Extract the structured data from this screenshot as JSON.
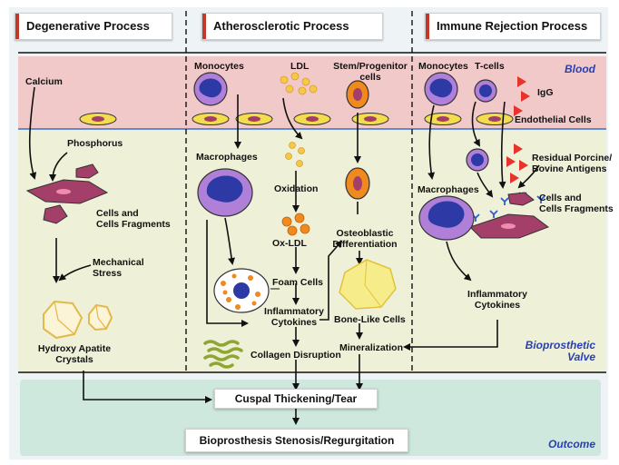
{
  "headers": {
    "degenerative": "Degenerative Process",
    "atherosclerotic": "Atherosclerotic Process",
    "immune": "Immune Rejection Process"
  },
  "regions": {
    "blood": "Blood",
    "valve_line1": "Bioprosthetic",
    "valve_line2": "Valve",
    "outcome": "Outcome"
  },
  "degenerative": {
    "calcium": "Calcium",
    "phosphorus": "Phosphorus",
    "cells_line1": "Cells and",
    "cells_line2": "Cells Fragments",
    "stress_line1": "Mechanical",
    "stress_line2": "Stress",
    "crystals_line1": "Hydroxy Apatite",
    "crystals_line2": "Crystals"
  },
  "atherosclerotic": {
    "monocytes": "Monocytes",
    "ldl": "LDL",
    "stem_line1": "Stem/Progenitor",
    "stem_line2": "cells",
    "macrophages": "Macrophages",
    "oxidation": "Oxidation",
    "ox_ldl": "Ox-LDL",
    "osteo_line1": "Osteoblastic",
    "osteo_line2": "Differentiation",
    "foam": "Foam Cells",
    "infl_line1": "Inflammatory",
    "infl_line2": "Cytokines",
    "bone": "Bone-Like Cells",
    "mineralization": "Mineralization",
    "collagen": "Collagen Disruption"
  },
  "immune": {
    "monocytes": "Monocytes",
    "tcells": "T-cells",
    "igg": "IgG",
    "endothelial": "Endothelial Cells",
    "residual_line1": "Residual Porcine/",
    "residual_line2": "Bovine Antigens",
    "macrophages": "Macrophages",
    "cells_line1": "Cells and",
    "cells_line2": "Cells Fragments",
    "infl_line1": "Inflammatory",
    "infl_line2": "Cytokines"
  },
  "outcome": {
    "thickening": "Cuspal Thickening/Tear",
    "stenosis": "Bioprosthesis Stenosis/Regurgitation"
  },
  "colors": {
    "blood_band": "#f2c9c9",
    "valve_band": "#eef1d8",
    "outcome_band": "#cfe8de",
    "cell_fill": "#f3dd4e",
    "cell_nucleus": "#a43f6a",
    "macrophage": "#2d3aa6",
    "red_antigen": "#e8322c",
    "ldl_particle": "#f5c84b",
    "region_label": "#2a3fb0"
  }
}
